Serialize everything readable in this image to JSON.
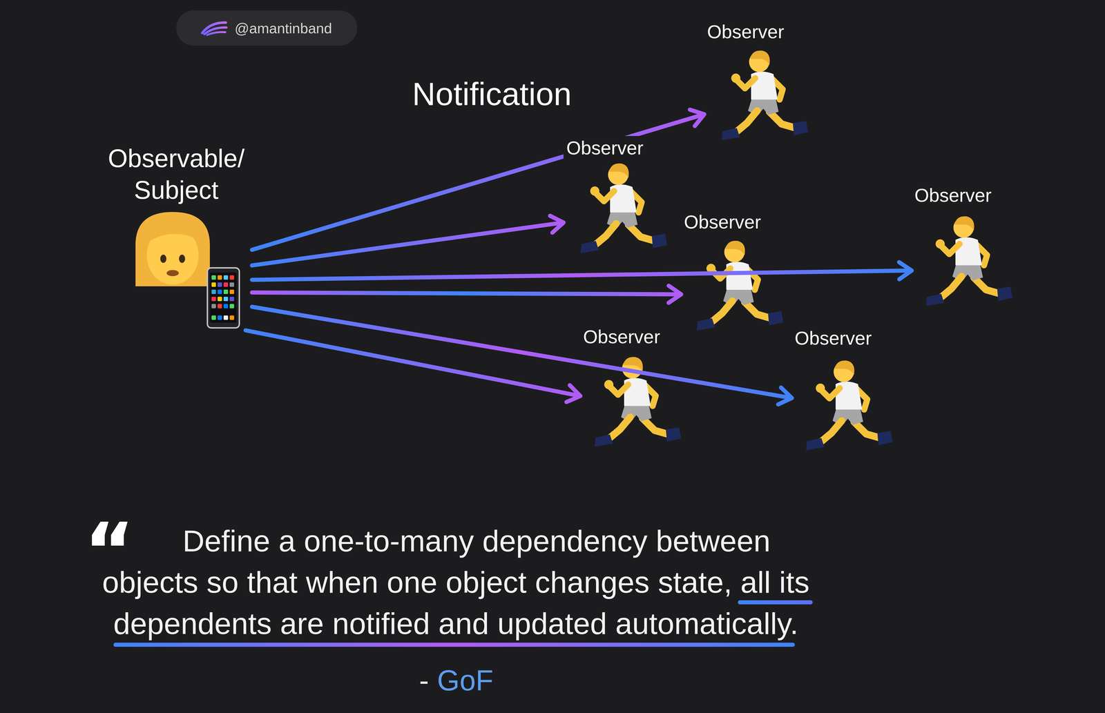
{
  "diagram": {
    "caption": "Define a one-to-many dependency between objects so that when one object changes state, all its dependents are notified and updated automatically.",
    "nodes": [
      {
        "text": [
          "Observable/ Subject"
        ]
      },
      {
        "text": [
          "Observer"
        ]
      },
      {
        "text": [
          "Observer"
        ]
      },
      {
        "text": [
          "Observer"
        ]
      },
      {
        "text": [
          "Observer"
        ]
      },
      {
        "text": [
          "Observer"
        ]
      },
      {
        "text": [
          "Observer"
        ]
      }
    ],
    "edges": [
      {
        "from": 0,
        "to": 1,
        "arrow": "to"
      },
      {
        "from": 0,
        "to": 2,
        "arrow": "to"
      },
      {
        "from": 0,
        "to": 3,
        "arrow": "to"
      },
      {
        "from": 0,
        "to": 4,
        "arrow": "to"
      },
      {
        "from": 0,
        "to": 5,
        "arrow": "to"
      },
      {
        "from": 0,
        "to": 6,
        "arrow": "to"
      }
    ],
    "labels": [
      "@amantinband",
      "Notification",
      "“",
      "-",
      "GoF"
    ]
  }
}
